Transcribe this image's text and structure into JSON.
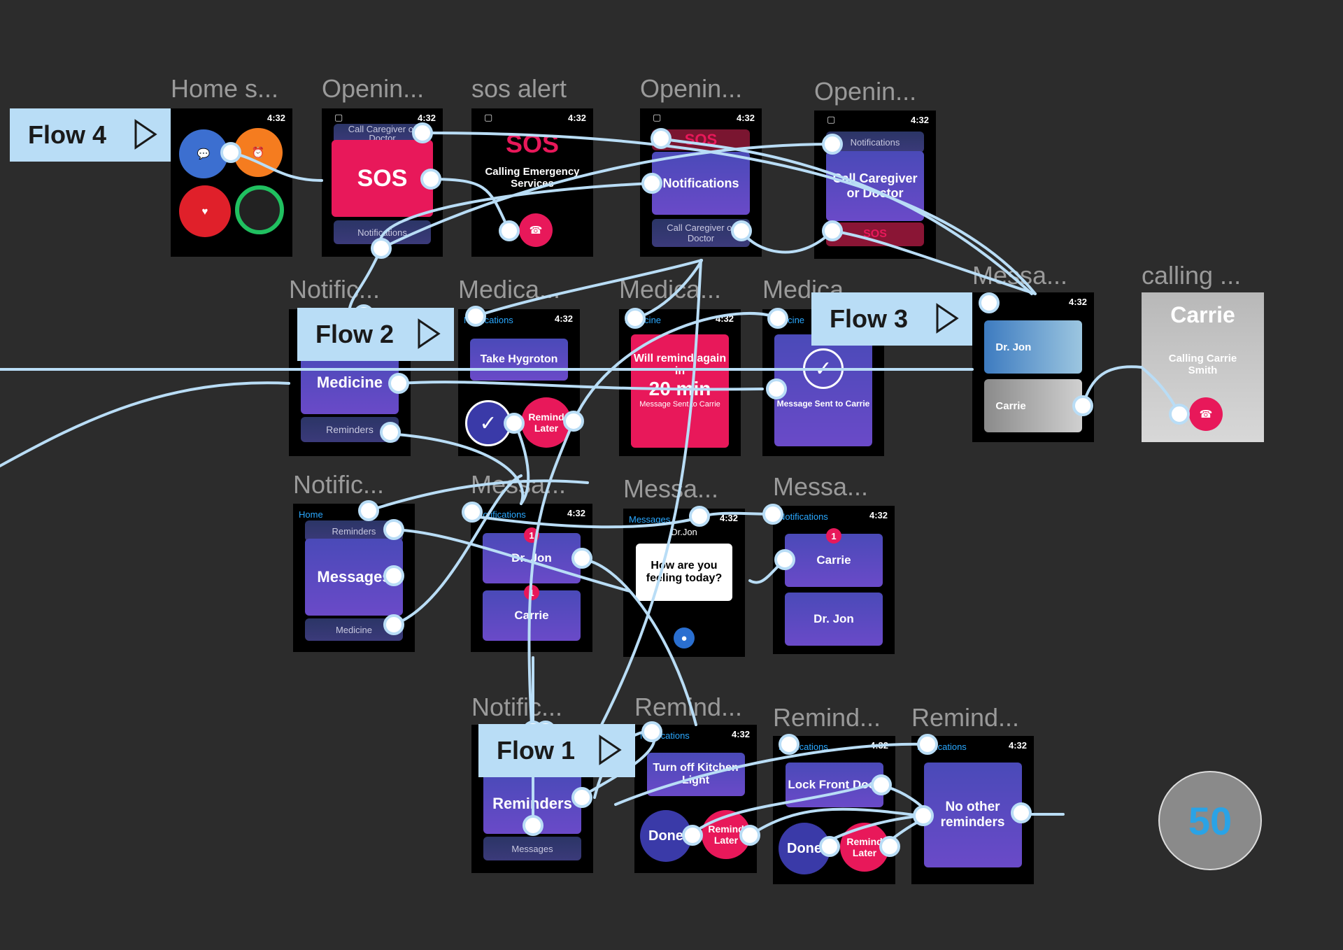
{
  "frames": {
    "home": {
      "label": "Home s..."
    },
    "opening1": {
      "label": "Openin...",
      "top": "Call Caregiver or Doctor",
      "main": "SOS",
      "bottom": "Notifications"
    },
    "sos": {
      "label": "sos alert",
      "title": "SOS",
      "calling": "Calling Emergency Services"
    },
    "opening2": {
      "label": "Openin...",
      "top": "SOS",
      "main": "Notifications",
      "bottom": "Call Caregiver or Doctor"
    },
    "opening3": {
      "label": "Openin...",
      "top": "Notifications",
      "main": "Call Caregiver or Doctor",
      "bottom": "SOS"
    },
    "notif1": {
      "label": "Notific...",
      "main": "Medicine",
      "bottom": "Reminders"
    },
    "medical1": {
      "label": "Medica...",
      "nav": "Notifications",
      "card": "Take Hygroton",
      "later": "Remind Later"
    },
    "medical2": {
      "label": "Medica...",
      "nav": "Medicine",
      "big": "Will remind again in",
      "minutes": "20 min",
      "sub": "Message Sent to Carrie"
    },
    "medical3": {
      "label": "Medica...",
      "nav": "Medicine",
      "sub": "Message Sent to Carrie"
    },
    "messages_contacts": {
      "label": "Messa...",
      "item1": "Dr. Jon",
      "item2": "Carrie"
    },
    "calling": {
      "label": "calling ...",
      "name": "Carrie",
      "status": "Calling Carrie Smith"
    },
    "notif2": {
      "label": "Notific...",
      "nav": "Home",
      "top": "Reminders",
      "main": "Messages",
      "bottom": "Medicine"
    },
    "messages1": {
      "label": "Messa...",
      "nav": "Notifications",
      "item1": "Dr. Jon",
      "item2": "Carrie",
      "badge": "1"
    },
    "messages2": {
      "label": "Messa...",
      "nav": "Messages",
      "from": "Dr.Jon",
      "text": "How are you feeling today?"
    },
    "messages3": {
      "label": "Messa...",
      "nav": "Notifications",
      "item1": "Carrie",
      "item2": "Dr. Jon",
      "badge": "1"
    },
    "notif3": {
      "label": "Notific...",
      "main": "Reminders",
      "bottom": "Messages"
    },
    "remind1": {
      "label": "Remind...",
      "nav": "Notifications",
      "card": "Turn off Kitchen Light",
      "done": "Done",
      "later": "Remind Later"
    },
    "remind2": {
      "label": "Remind...",
      "nav": "Notifications",
      "card": "Lock Front Door",
      "done": "Done",
      "later": "Remind Later"
    },
    "remind3": {
      "label": "Remind...",
      "nav": "Notifications",
      "card": "No other reminders"
    }
  },
  "time": "4:32",
  "flows": {
    "flow1": "Flow 1",
    "flow2": "Flow 2",
    "flow3": "Flow 3",
    "flow4": "Flow 4"
  },
  "counter": "50",
  "colors": {
    "background": "#2c2c2c",
    "connector": "#b9ddf6",
    "accent_red": "#e8185a",
    "accent_purple": "#4a4ab8"
  }
}
